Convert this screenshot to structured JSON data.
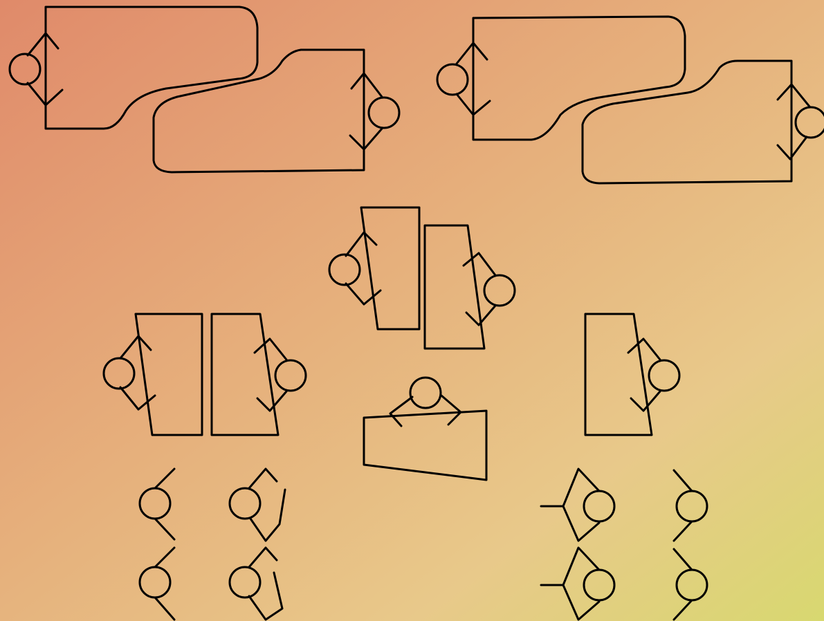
{
  "theme": {
    "stroke_color": "#000000",
    "background_gradient": [
      "#e08a6a",
      "#e6b07c",
      "#e8c98a",
      "#d8d870"
    ]
  },
  "symbols": [
    {
      "name": "sofa-pair-large-left",
      "kind": "furniture-with-seats"
    },
    {
      "name": "sofa-pair-large-right",
      "kind": "furniture-with-seats"
    },
    {
      "name": "desk-pair-center",
      "kind": "furniture-with-seats"
    },
    {
      "name": "desk-pair-left",
      "kind": "furniture-with-seats"
    },
    {
      "name": "desk-single-right",
      "kind": "furniture-with-seats"
    },
    {
      "name": "table-bottom-center",
      "kind": "furniture-with-seats"
    },
    {
      "name": "chair-variants-left",
      "kind": "chair-icons"
    },
    {
      "name": "chair-variants-right",
      "kind": "chair-icons"
    }
  ]
}
